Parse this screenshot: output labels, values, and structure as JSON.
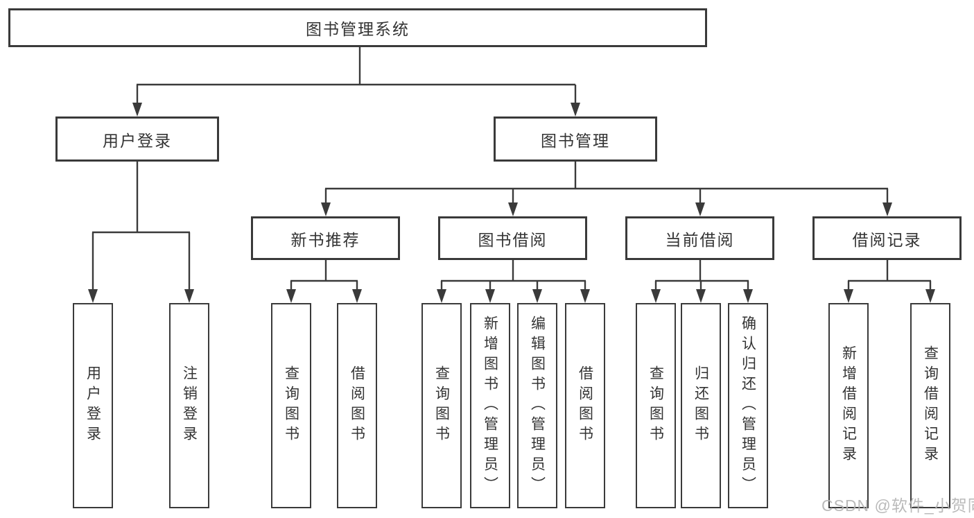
{
  "diagram": {
    "root": {
      "label": "图书管理系统"
    },
    "level2": [
      {
        "label": "用户登录"
      },
      {
        "label": "图书管理"
      }
    ],
    "level3": [
      {
        "label": "新书推荐"
      },
      {
        "label": "图书借阅"
      },
      {
        "label": "当前借阅"
      },
      {
        "label": "借阅记录"
      }
    ],
    "leaves": {
      "user_login": [
        {
          "label": "用户登录"
        },
        {
          "label": "注销登录"
        }
      ],
      "new_book": [
        {
          "label": "查询图书"
        },
        {
          "label": "借阅图书"
        }
      ],
      "book_borrow": [
        {
          "label": "查询图书"
        },
        {
          "label": "新增图书（管理员）"
        },
        {
          "label": "编辑图书（管理员）"
        },
        {
          "label": "借阅图书"
        }
      ],
      "current_borrow": [
        {
          "label": "查询图书"
        },
        {
          "label": "归还图书"
        },
        {
          "label": "确认归还（管理员）"
        }
      ],
      "borrow_records": [
        {
          "label": "新增借阅记录"
        },
        {
          "label": "查询借阅记录"
        }
      ]
    },
    "watermark": "CSDN @软件_小贺同学",
    "colors": {
      "line": "#3a3a3a",
      "text": "#333333",
      "background": "#ffffff",
      "watermark": "#b3b3b3"
    }
  }
}
